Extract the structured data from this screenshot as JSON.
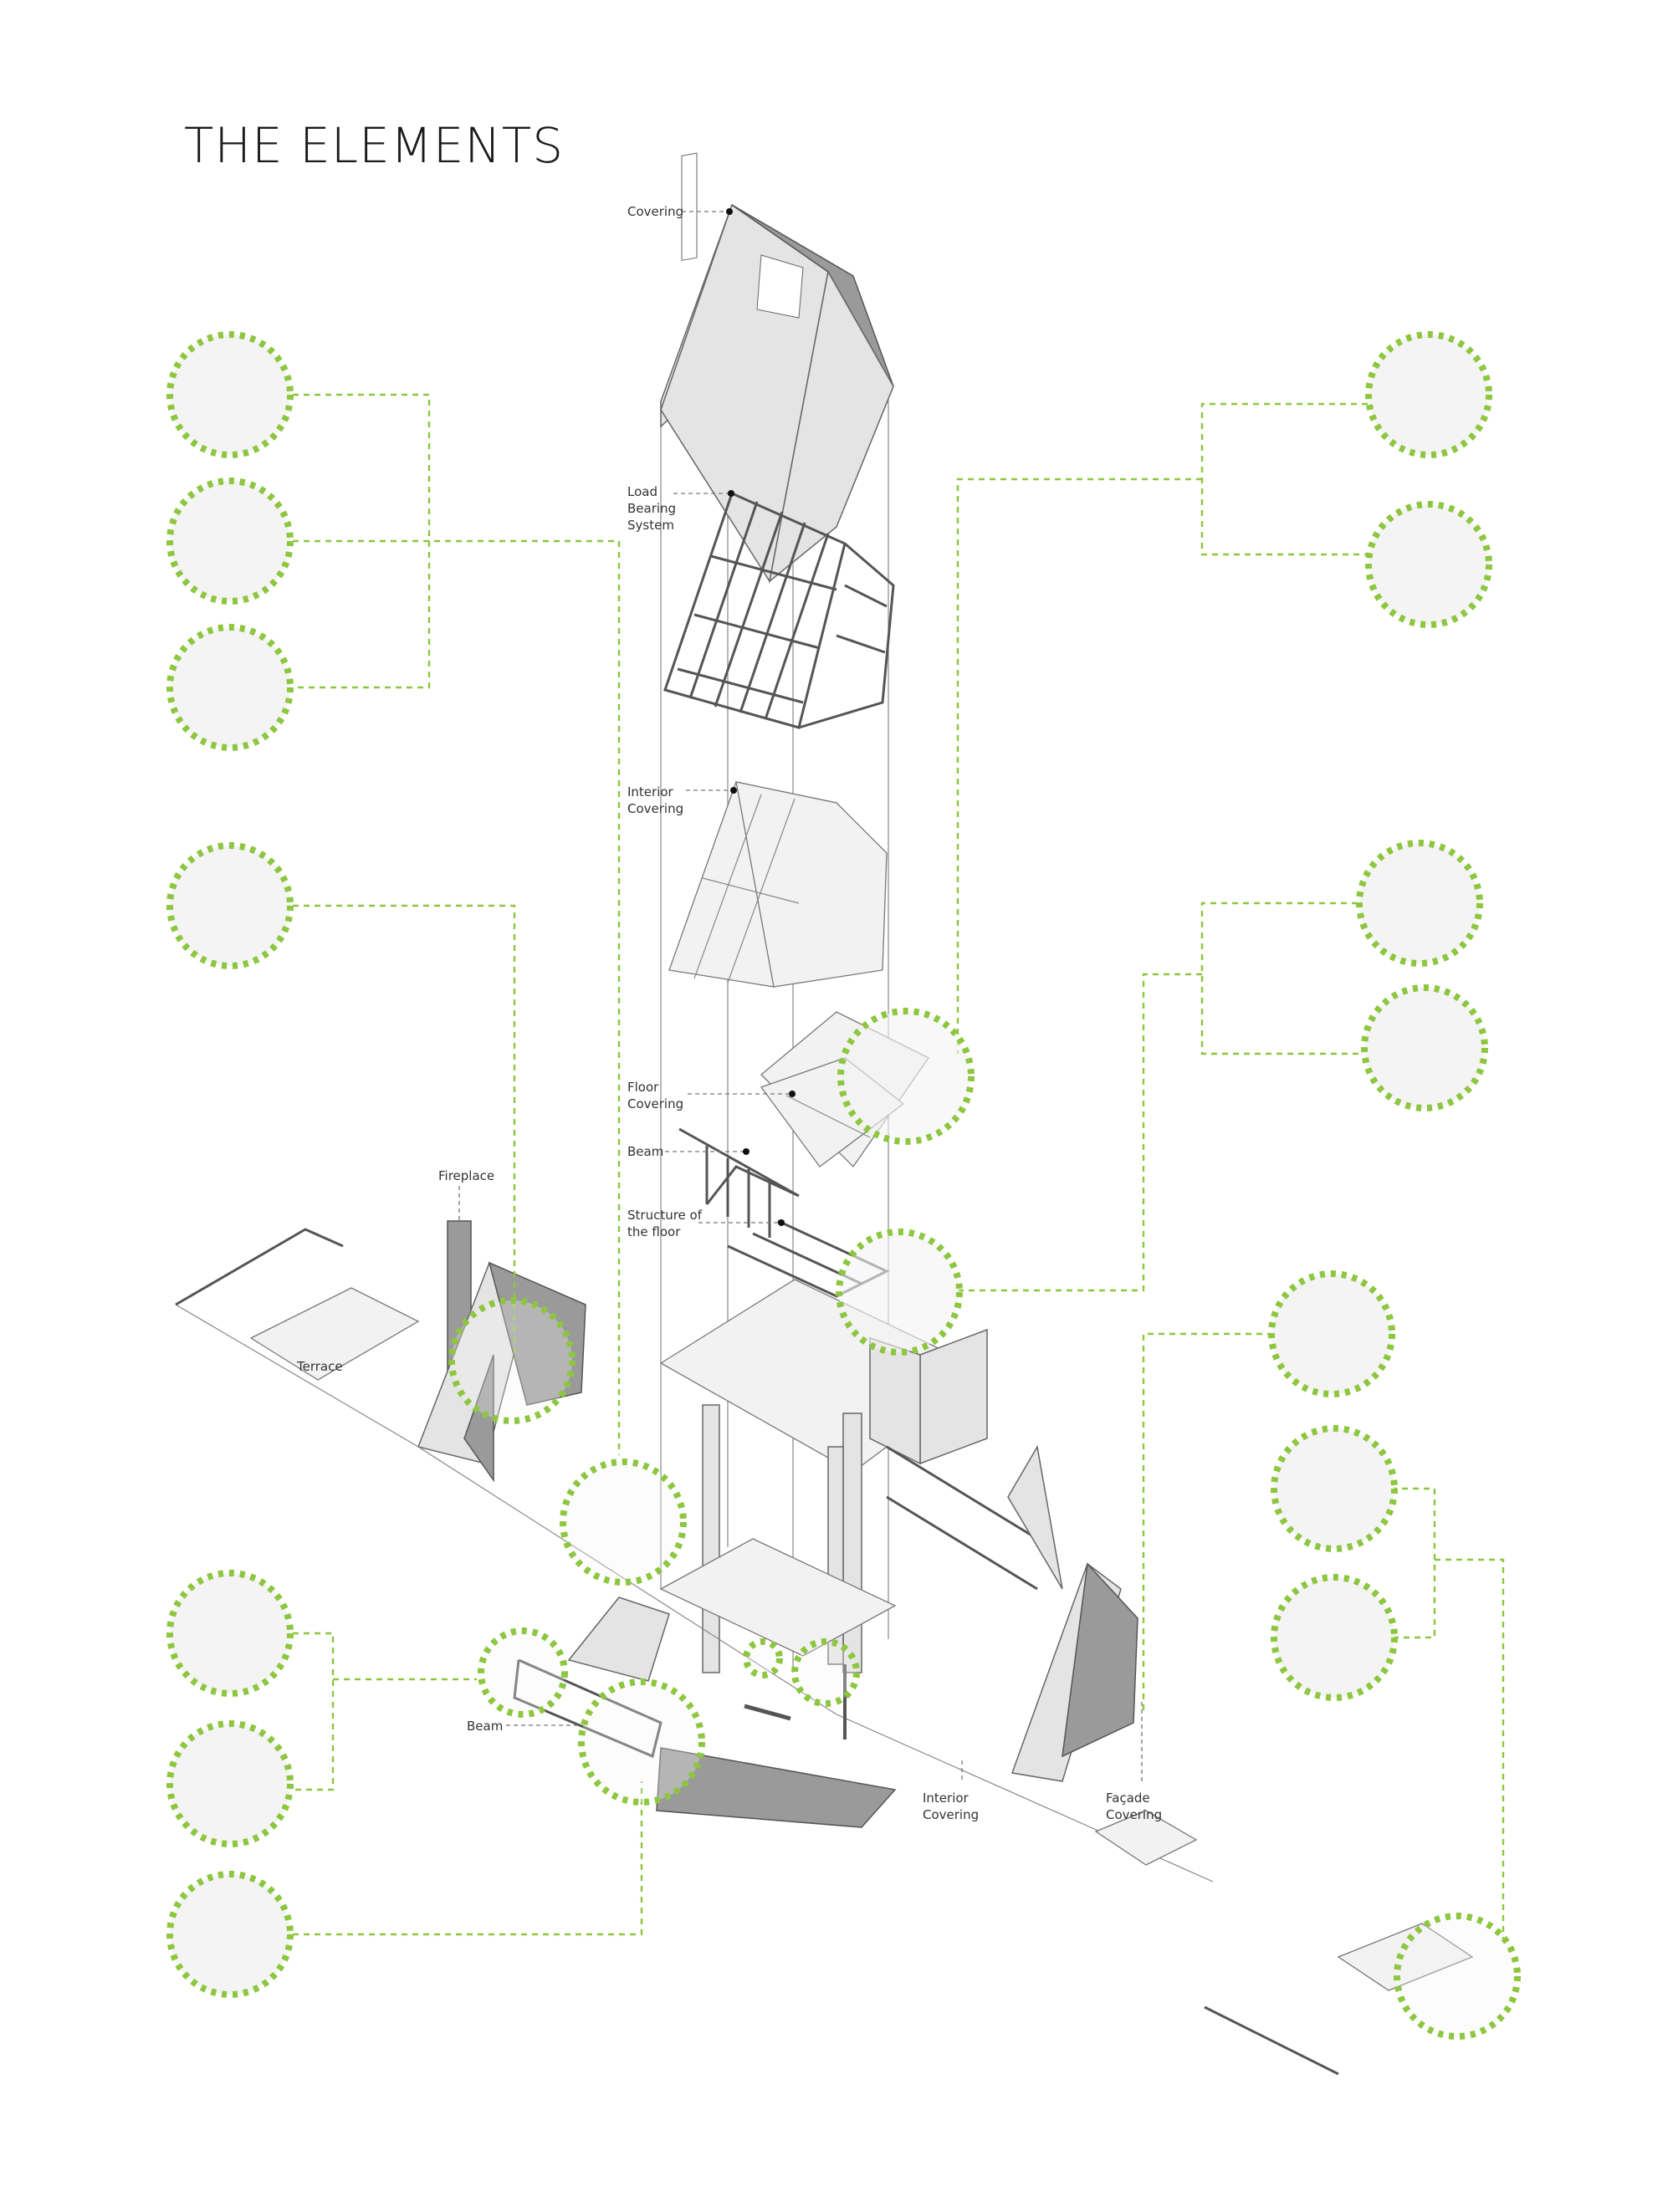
{
  "title": "THE ELEMENTS",
  "labels": {
    "covering": "Covering",
    "load_bearing": [
      "Load",
      "Bearing",
      "System"
    ],
    "interior_covering_top": [
      "Interior",
      "Covering"
    ],
    "floor_covering": [
      "Floor",
      "Covering"
    ],
    "beam_top": "Beam",
    "structure_floor": [
      "Structure of",
      "the floor"
    ],
    "fireplace": "Fireplace",
    "terrace": "Terrace",
    "beam_bottom": "Beam",
    "interior_covering_bottom": [
      "Interior",
      "Covering"
    ],
    "facade_covering": [
      "Façade",
      "Covering"
    ]
  },
  "colors": {
    "accent": "#8dc63f",
    "line": "#777777"
  }
}
